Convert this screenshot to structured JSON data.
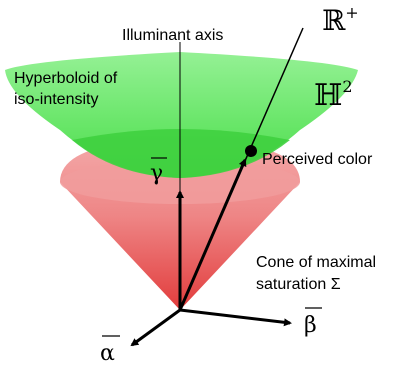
{
  "labels": {
    "illuminant_axis": "Illuminant axis",
    "hyperboloid_line1": "Hyperboloid of",
    "hyperboloid_line2": "iso-intensity",
    "r_plus_base": "ℝ",
    "r_plus_sup": "+",
    "h2_base": "ℍ",
    "h2_sup": "2",
    "perceived_color": "Perceived color",
    "gamma": "γ",
    "cone_line1": "Cone of maximal",
    "cone_line2": "saturation Σ",
    "beta": "β",
    "alpha": "α"
  },
  "colors": {
    "hyperboloid": "#4fe04f",
    "hyperboloid_inner": "#39c939",
    "cone_top": "#f2a0a0",
    "cone_bottom": "#e64747",
    "axis": "#000000"
  }
}
